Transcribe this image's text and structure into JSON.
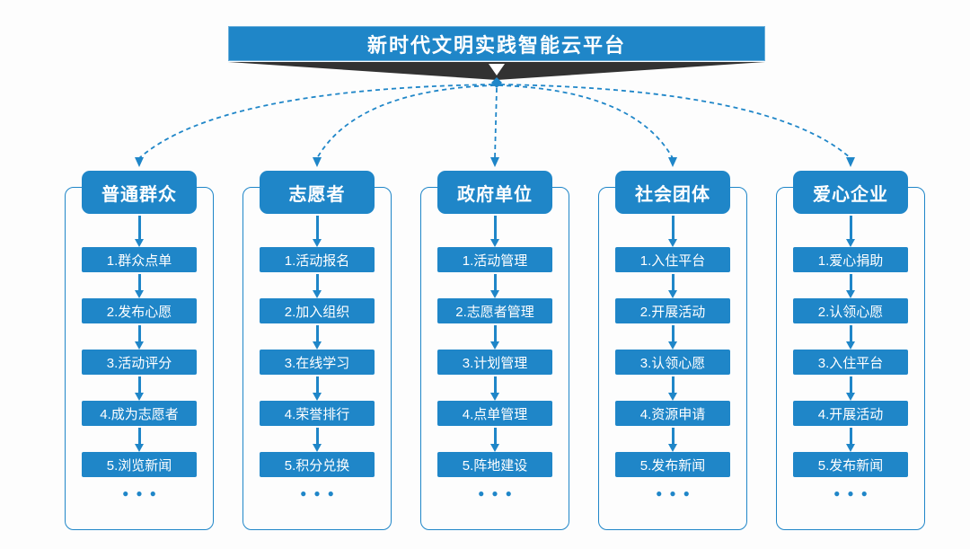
{
  "title": "新时代文明实践智能云平台",
  "ellipsis": "●●●",
  "colors": {
    "accent": "#1F86C8",
    "wedge": "#323232",
    "background": "#FDFDFD"
  },
  "diagram": {
    "type": "flowchart",
    "columns": [
      {
        "header": "普通群众",
        "steps": [
          "1.群众点单",
          "2.发布心愿",
          "3.活动评分",
          "4.成为志愿者",
          "5.浏览新闻"
        ]
      },
      {
        "header": "志愿者",
        "steps": [
          "1.活动报名",
          "2.加入组织",
          "3.在线学习",
          "4.荣誉排行",
          "5.积分兑换"
        ]
      },
      {
        "header": "政府单位",
        "steps": [
          "1.活动管理",
          "2.志愿者管理",
          "3.计划管理",
          "4.点单管理",
          "5.阵地建设"
        ]
      },
      {
        "header": "社会团体",
        "steps": [
          "1.入住平台",
          "2.开展活动",
          "3.认领心愿",
          "4.资源申请",
          "5.发布新闻"
        ]
      },
      {
        "header": "爱心企业",
        "steps": [
          "1.爱心捐助",
          "2.认领心愿",
          "3.入住平台",
          "4.开展活动",
          "5.发布新闻"
        ]
      }
    ]
  }
}
